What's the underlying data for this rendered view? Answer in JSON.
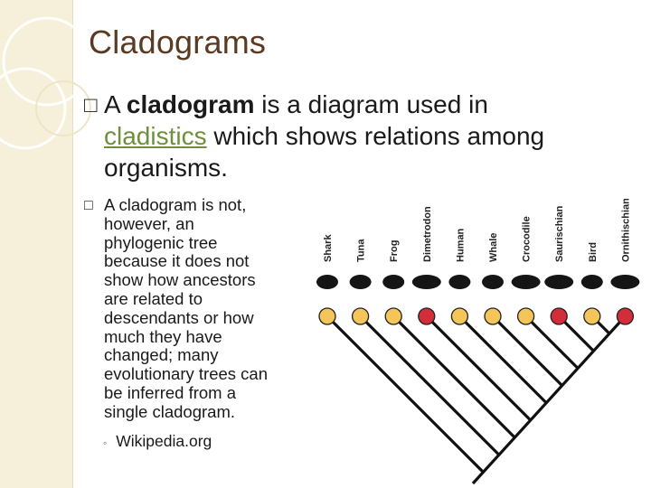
{
  "slide": {
    "title": "Cladograms",
    "bullet_glyph": "□",
    "bullet1": {
      "prefix": "A ",
      "bold_term": "cladogram",
      "middle": " is a diagram used in",
      "link_text": "cladistics",
      "rest_line2": " which shows relations among",
      "line3": "organisms."
    },
    "bullet2": {
      "lines": [
        "A cladogram is not,",
        "however, an",
        "phylogenic tree",
        "because it does not",
        "show how ancestors",
        "are related to",
        "descendants or how",
        "much they have",
        "changed; many",
        "evolutionary trees can",
        "be inferred from a",
        "single cladogram."
      ]
    },
    "source": {
      "glyph": "◦",
      "text": "Wikipedia.org"
    }
  },
  "cladogram": {
    "taxa": [
      {
        "name": "Shark",
        "node": "yellow"
      },
      {
        "name": "Tuna",
        "node": "yellow"
      },
      {
        "name": "Frog",
        "node": "yellow"
      },
      {
        "name": "Dimetrodon",
        "node": "red"
      },
      {
        "name": "Human",
        "node": "yellow"
      },
      {
        "name": "Whale",
        "node": "yellow"
      },
      {
        "name": "Crocodile",
        "node": "yellow"
      },
      {
        "name": "Saurischian",
        "node": "red"
      },
      {
        "name": "Bird",
        "node": "yellow"
      },
      {
        "name": "Ornithischian",
        "node": "red"
      }
    ],
    "colors": {
      "yellow": "#f6c55a",
      "red": "#d32d3a",
      "line": "#111111",
      "title": "#5a3a22",
      "link": "#6e8f3b"
    }
  }
}
